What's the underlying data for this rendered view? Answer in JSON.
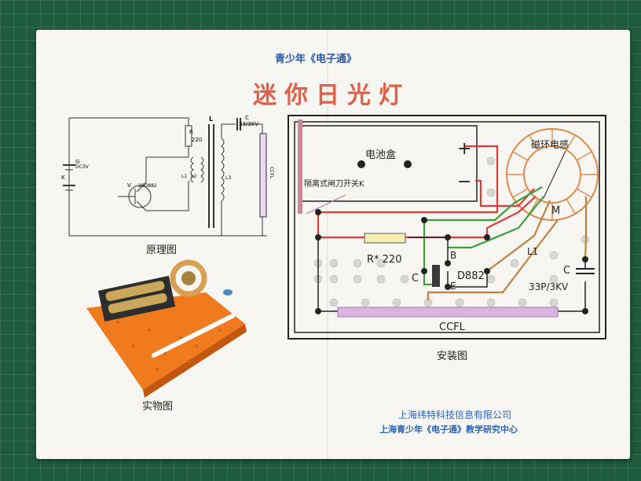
{
  "header": {
    "subtitle": "青少年《电子通》",
    "title": "迷你日光灯"
  },
  "schematic": {
    "caption": "原理图",
    "labels": {
      "resistor": "R",
      "resistor_value": "220",
      "inductor": "L",
      "capacitor": "C",
      "capacitor_value": "33/3KV",
      "battery": "G",
      "battery_value": "DC3V",
      "switch": "K",
      "transistor": "V",
      "transistor_model": "2SD882",
      "winding1": "L1",
      "winding2": "L2",
      "winding3": "L3",
      "lamp": "CCFL"
    }
  },
  "photo": {
    "caption": "实物图"
  },
  "install": {
    "caption": "安装图",
    "battery_box": "电池盒",
    "plus": "+",
    "minus": "−",
    "switch_label": "隔离式闸刀开关K",
    "toroid": "磁环电感",
    "toroid_tap": "M",
    "resistor_label": "R* 220",
    "pin_c": "C",
    "pin_b": "B",
    "pin_e": "E",
    "transistor": "D882",
    "l1": "L1",
    "cap_c": "C",
    "cap_value": "33P/3KV",
    "lamp": "CCFL"
  },
  "footer": {
    "company": "上海纬特科技信息有限公司",
    "center": "上海青少年《电子通》教学研究中心"
  }
}
